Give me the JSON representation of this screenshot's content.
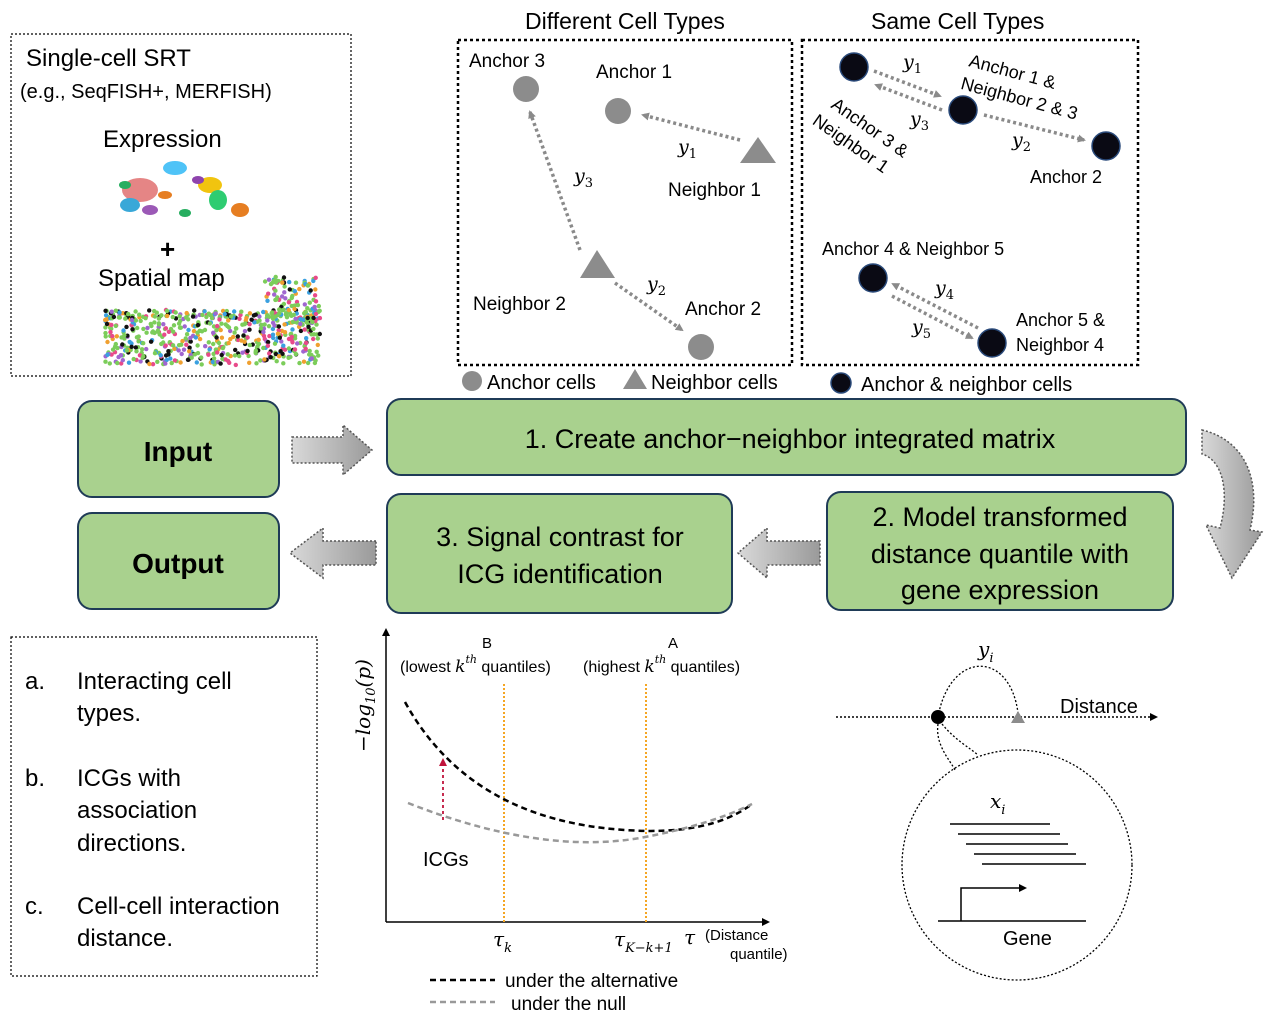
{
  "input_panel": {
    "title": "Single-cell SRT",
    "subtitle": "(e.g., SeqFISH+, MERFISH)",
    "expression_label": "Expression",
    "plus": "+",
    "spatial_label": "Spatial map"
  },
  "diff_cell_types": {
    "title": "Different Cell Types",
    "anchor1": "Anchor 1",
    "anchor2": "Anchor 2",
    "anchor3": "Anchor 3",
    "neighbor1": "Neighbor 1",
    "neighbor2": "Neighbor 2",
    "y1": "y",
    "y1_sub": "1",
    "y2": "y",
    "y2_sub": "2",
    "y3": "y",
    "y3_sub": "3"
  },
  "same_cell_types": {
    "title": "Same Cell Types",
    "anchor1_line1": "Anchor 1 &",
    "anchor1_line2": "Neighbor 2 & 3",
    "anchor3_line1": "Anchor 3 &",
    "anchor3_line2": "Neighbor 1",
    "anchor2": "Anchor 2",
    "anchor4": "Anchor 4 & Neighbor 5",
    "anchor5_line1": "Anchor 5 &",
    "anchor5_line2": "Neighbor 4",
    "y1": "y",
    "y1_sub": "1",
    "y2": "y",
    "y2_sub": "2",
    "y3": "y",
    "y3_sub": "3",
    "y4": "y",
    "y4_sub": "4",
    "y5": "y",
    "y5_sub": "5"
  },
  "legend": {
    "anchor_cells": "Anchor cells",
    "neighbor_cells": "Neighbor cells",
    "anchor_neighbor_cells": "Anchor & neighbor cells"
  },
  "flow": {
    "input": "Input",
    "output": "Output",
    "step1": "1. Create anchor−neighbor integrated matrix",
    "step2_line1": "2. Model transformed",
    "step2_line2": "distance quantile with",
    "step2_line3": "gene expression",
    "step3_line1": "3. Signal contrast for",
    "step3_line2": "ICG identification"
  },
  "outputs": {
    "a_letter": "a.",
    "a_line1": "Interacting cell",
    "a_line2": "types.",
    "b_letter": "b.",
    "b_line1": "ICGs with",
    "b_line2": "association",
    "b_line3": "directions.",
    "c_letter": "c.",
    "c_line1": "Cell-cell interaction",
    "c_line2": "distance."
  },
  "plot": {
    "ylabel": "−log",
    "ylabel_sub": "10",
    "ylabel_tail": "(p)",
    "label_B": "B",
    "label_A": "A",
    "lowest_pre": "(lowest ",
    "lowest_k": "k",
    "lowest_th": "th",
    "lowest_post": " quantiles)",
    "highest_pre": "(highest ",
    "highest_k": "k",
    "highest_th": "th",
    "highest_post": " quantiles)",
    "icgs": "ICGs",
    "tau_k": "τ",
    "tau_k_sub": "k",
    "tau_Kk": "τ",
    "tau_Kk_sub": "K−k+1",
    "tau_axis": "τ",
    "xlabel_line1": "(Distance",
    "xlabel_line2": "quantile)",
    "legend_alt": "under the alternative",
    "legend_null": "under the null"
  },
  "model": {
    "y": "y",
    "y_sub": "i",
    "distance": "Distance",
    "x": "x",
    "x_sub": "i",
    "gene": "Gene"
  },
  "colors": {
    "box_fill": "#a9d18e",
    "box_stroke": "#1f3b57",
    "anchor_grey": "#8c8c8c",
    "black_cell": "#0a0a14",
    "arrow_grey": "#8a8a8a",
    "orange": "#f5a623",
    "red": "#c0143c"
  }
}
